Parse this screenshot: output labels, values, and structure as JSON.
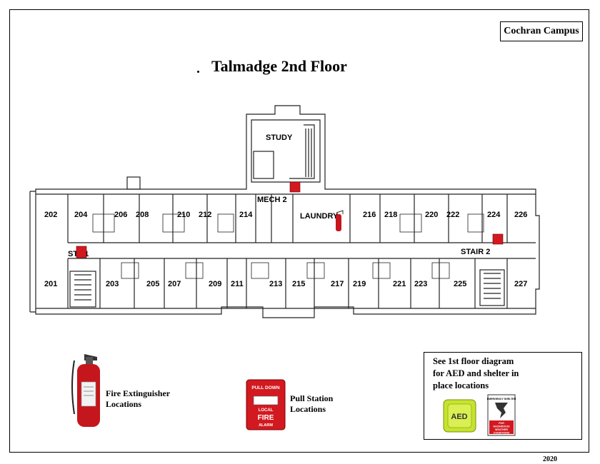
{
  "header": {
    "campus_label": "Cochran Campus",
    "title": "Talmadge 2nd Floor",
    "year": "2020"
  },
  "rooms": {
    "top_row": [
      "202",
      "204",
      "206",
      "208",
      "210",
      "212",
      "214",
      "216",
      "218",
      "220",
      "222",
      "224",
      "226"
    ],
    "bottom_row": [
      "201",
      "203",
      "205",
      "207",
      "209",
      "211",
      "213",
      "215",
      "217",
      "219",
      "221",
      "223",
      "225",
      "227"
    ],
    "special": {
      "study": "STUDY",
      "mech": "MECH 2",
      "laundry": "LAUNDRY",
      "stair1": "ST   1",
      "stair2": "STAIR 2"
    }
  },
  "legend": {
    "extinguisher_label_line1": "Fire Extinguisher",
    "extinguisher_label_line2": "Locations",
    "pull_label_line1": "Pull Station",
    "pull_label_line2": "Locations",
    "pull_sign": {
      "top": "PULL DOWN",
      "local": "LOCAL",
      "fire": "FIRE",
      "alarm": "ALARM"
    },
    "aed_note_line1": "See 1st floor diagram",
    "aed_note_line2": "for AED and shelter in",
    "aed_note_line3": "place locations",
    "aed_device_label": "AED",
    "shelter_sign": {
      "top": "EMERGENCY SHELTER",
      "bottom_1": "FOR",
      "bottom_2": "HAZARDOUS",
      "bottom_3": "WEATHER",
      "bottom_4": "CONDITIONS"
    }
  },
  "colors": {
    "extinguisher_red": "#c4161c",
    "pull_station_red": "#d31920",
    "aed_green": "#c6e32e",
    "wall": "#222222"
  }
}
